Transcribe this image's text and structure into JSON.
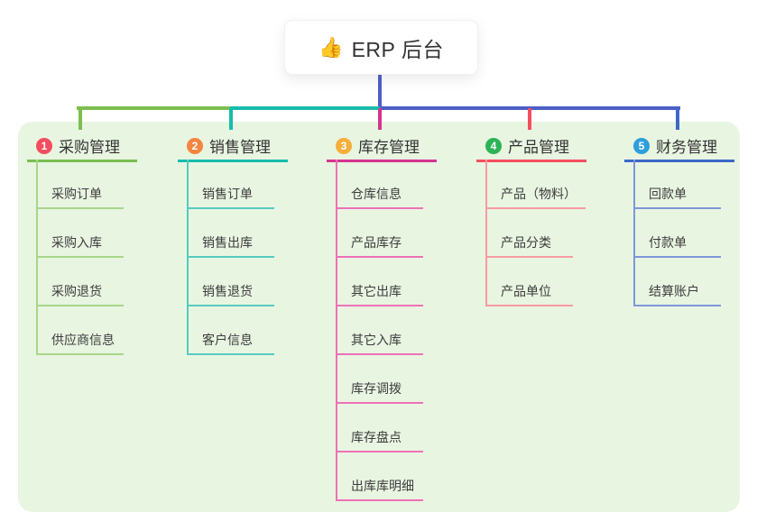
{
  "root": {
    "icon_glyph": "👍",
    "label": "ERP 后台"
  },
  "colors": {
    "bus_line": "#4D5EC6",
    "panel_background": "#E8F5E1",
    "canvas_background": "#FFFFFF",
    "text_primary": "#333333"
  },
  "branches": [
    {
      "num": "1",
      "label": "采购管理",
      "badge_color": "#F34D5F",
      "line_color": "#7CBE50",
      "sub_line_color": "#A9D68A",
      "items": [
        "采购订单",
        "采购入库",
        "采购退货",
        "供应商信息"
      ]
    },
    {
      "num": "2",
      "label": "销售管理",
      "badge_color": "#F58540",
      "line_color": "#17BCAC",
      "sub_line_color": "#56CBBF",
      "items": [
        "销售订单",
        "销售出库",
        "销售退货",
        "客户信息"
      ]
    },
    {
      "num": "3",
      "label": "库存管理",
      "badge_color": "#F6AE3B",
      "line_color": "#D6348F",
      "sub_line_color": "#EE71B6",
      "items": [
        "仓库信息",
        "产品库存",
        "其它出库",
        "其它入库",
        "库存调拨",
        "库存盘点",
        "出库库明细"
      ]
    },
    {
      "num": "4",
      "label": "产品管理",
      "badge_color": "#2BB356",
      "line_color": "#F54E5E",
      "sub_line_color": "#F89AA3",
      "items": [
        "产品（物料）",
        "产品分类",
        "产品单位"
      ]
    },
    {
      "num": "5",
      "label": "财务管理",
      "badge_color": "#2C9FDC",
      "line_color": "#3C68C8",
      "sub_line_color": "#7E97D8",
      "items": [
        "回款单",
        "付款单",
        "结算账户"
      ]
    }
  ]
}
